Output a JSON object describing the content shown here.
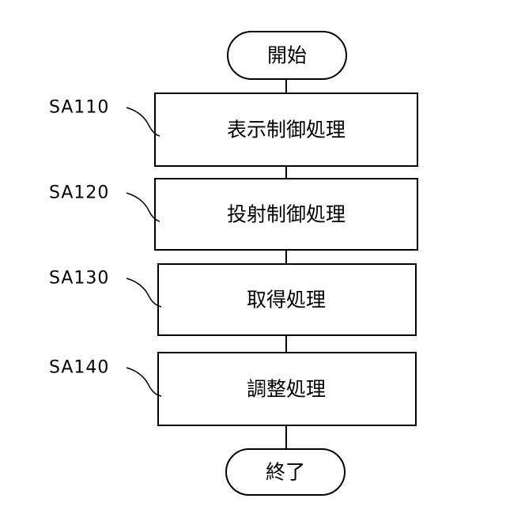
{
  "flowchart": {
    "start": {
      "label": "開始"
    },
    "steps": [
      {
        "id": "SA110",
        "label": "表示制御処理"
      },
      {
        "id": "SA120",
        "label": "投射制御処理"
      },
      {
        "id": "SA130",
        "label": "取得処理"
      },
      {
        "id": "SA140",
        "label": "調整処理"
      }
    ],
    "end": {
      "label": "終了"
    }
  }
}
